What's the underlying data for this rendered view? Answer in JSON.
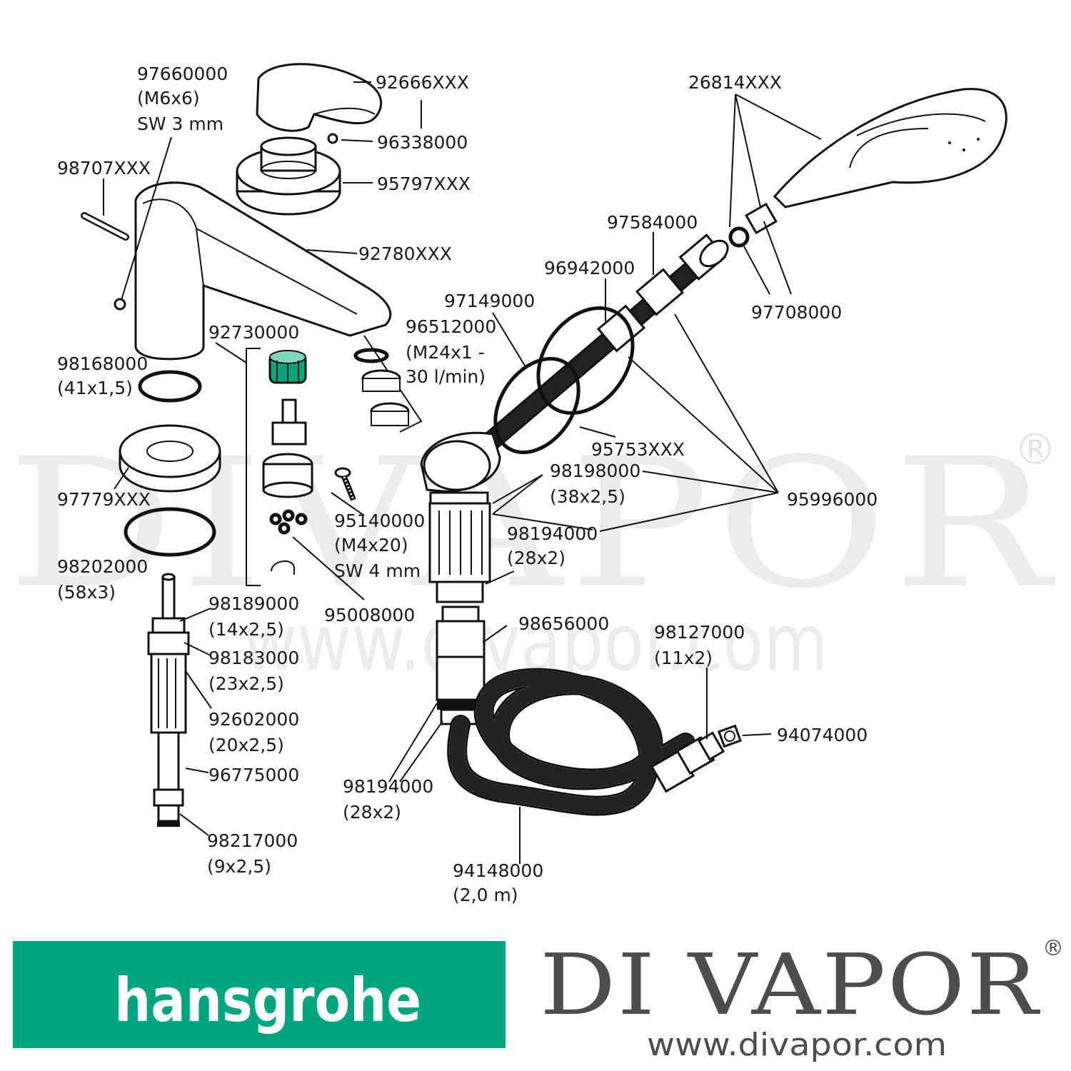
{
  "watermark": {
    "big": "DIVAPOR",
    "registered": "®",
    "url": "www.divapor.com"
  },
  "brand": {
    "hansgrohe_logo": "hansgrohe",
    "hansgrohe_color": "#00a67e",
    "divapor_name": "DI VAPOR",
    "divapor_registered": "®",
    "divapor_url": "www.divapor.com"
  },
  "labels": {
    "l97660000": "97660000",
    "l97660000_spec1": "(M6x6)",
    "l97660000_spec2": "SW 3 mm",
    "l92666xxx": "92666XXX",
    "l96338000": "96338000",
    "l95797xxx": "95797XXX",
    "l98707xxx": "98707XXX",
    "l92780xxx": "92780XXX",
    "l26814xxx": "26814XXX",
    "l97584000": "97584000",
    "l96942000": "96942000",
    "l97708000": "97708000",
    "l97149000": "97149000",
    "l96512000": "96512000",
    "l96512000_spec1": "(M24x1 -",
    "l96512000_spec2": "30 l/min)",
    "l92730000": "92730000",
    "l98168000": "98168000",
    "l98168000_spec": "(41x1,5)",
    "l95753xxx": "95753XXX",
    "l98198000": "98198000",
    "l98198000_spec": "(38x2,5)",
    "l95996000": "95996000",
    "l97779xxx": "97779XXX",
    "l95140000": "95140000",
    "l95140000_spec1": "(M4x20)",
    "l95140000_spec2": "SW 4 mm",
    "l98194000a": "98194000",
    "l98194000a_spec": "(28x2)",
    "l98202000": "98202000",
    "l98202000_spec": "(58x3)",
    "l98189000": "98189000",
    "l98189000_spec": "(14x2,5)",
    "l95008000": "95008000",
    "l98656000": "98656000",
    "l98127000": "98127000",
    "l98127000_spec": "(11x2)",
    "l98183000": "98183000",
    "l98183000_spec": "(23x2,5)",
    "l92602000": "92602000",
    "l92602000_spec": "(20x2,5)",
    "l94074000": "94074000",
    "l96775000": "96775000",
    "l98194000b": "98194000",
    "l98194000b_spec": "(28x2)",
    "l98217000": "98217000",
    "l98217000_spec": "(9x2,5)",
    "l94148000": "94148000",
    "l94148000_spec": "(2,0 m)"
  }
}
